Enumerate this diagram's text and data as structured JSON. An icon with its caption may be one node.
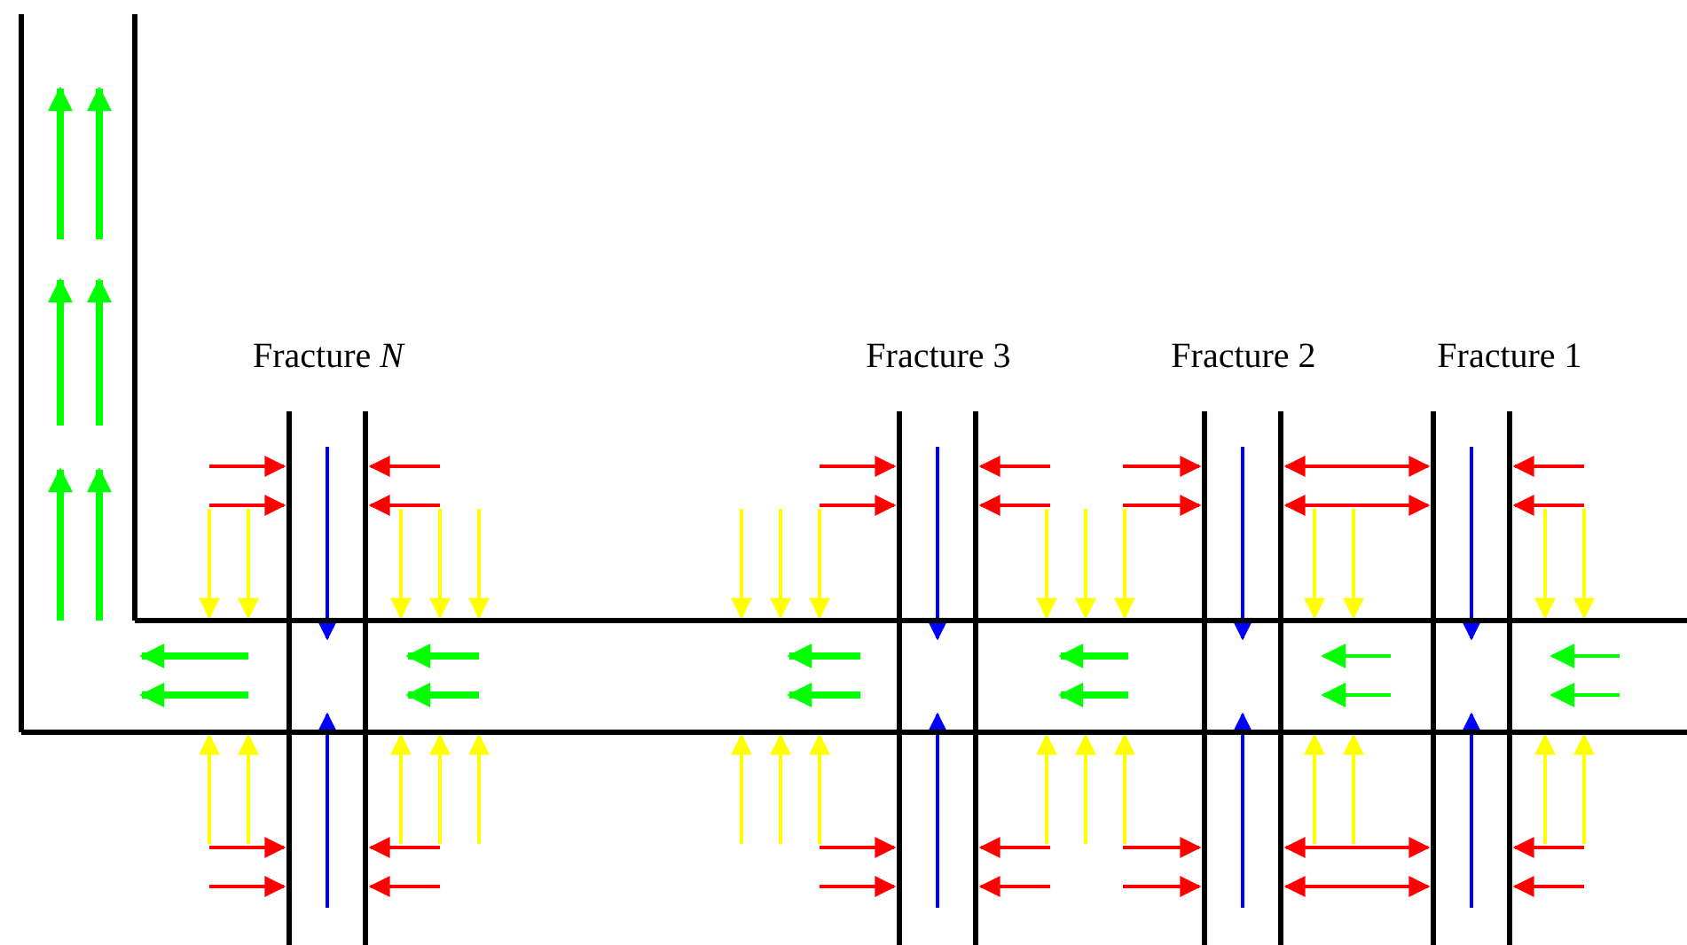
{
  "diagram": {
    "labels": [
      "Fracture *N*",
      "Fracture 3",
      "Fracture 2",
      "Fracture 1"
    ]
  }
}
